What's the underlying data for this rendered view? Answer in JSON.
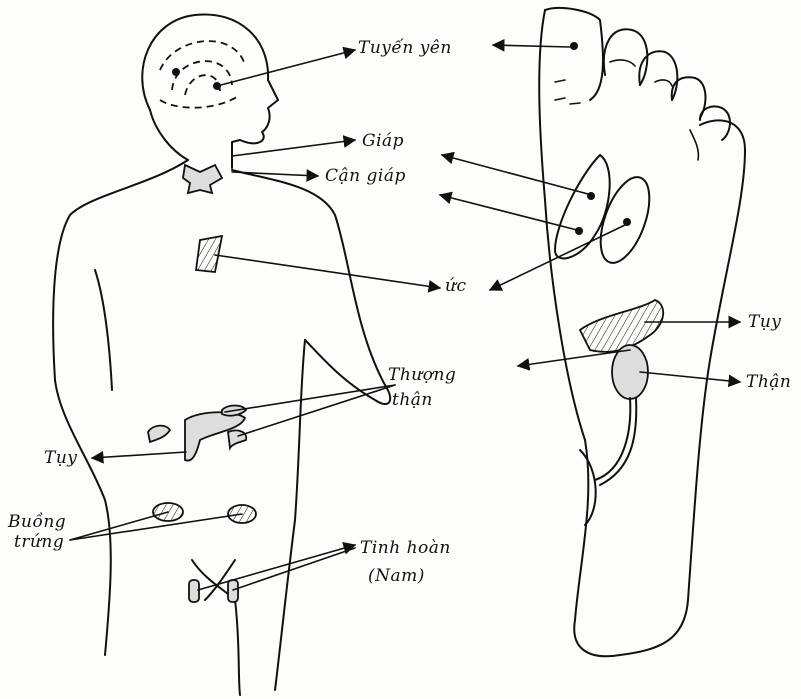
{
  "labels": {
    "tuyen_yen": "Tuyến yên",
    "giap": "Giáp",
    "can_giap": "Cận giáp",
    "uc": "ức",
    "thuong_than_1": "Thượng",
    "thuong_than_2": "thận",
    "tuy_left": "Tụy",
    "tuy_right": "Tụy",
    "than": "Thận",
    "buong_trung_1": "Buồng",
    "buong_trung_2": "trứng",
    "tinh_hoan": "Tinh hoàn",
    "nam": "(Nam)"
  },
  "colors": {
    "ink": "#111111",
    "paper": "#fdfdfb"
  }
}
